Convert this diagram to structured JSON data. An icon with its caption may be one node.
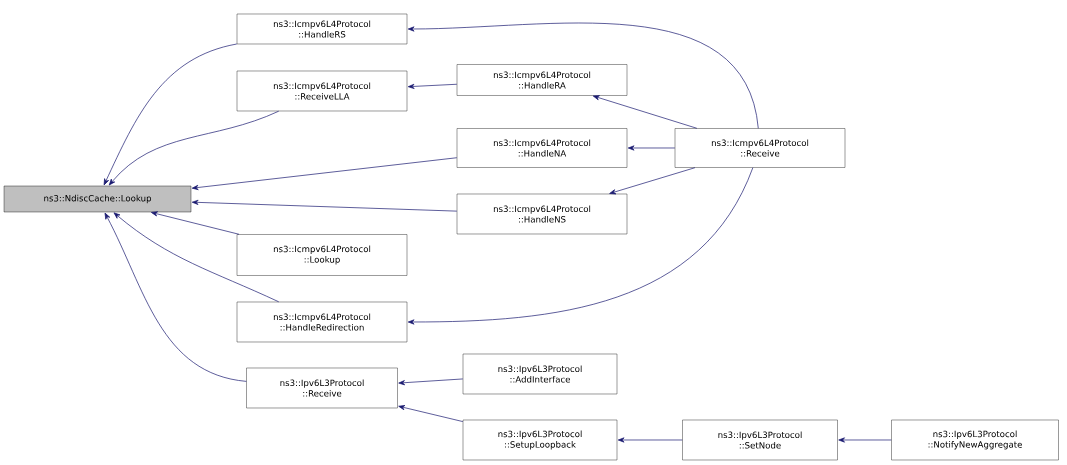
{
  "diagram": {
    "nodes": [
      {
        "text": [
          "ns3::NdiscCache::Lookup"
        ]
      },
      {
        "text": [
          "ns3::Icmpv6L4Protocol ::HandleRS"
        ]
      },
      {
        "text": [
          "ns3::Icmpv6L4Protocol ::ReceiveLLA"
        ]
      },
      {
        "text": [
          "ns3::Icmpv6L4Protocol ::HandleRA"
        ]
      },
      {
        "text": [
          "ns3::Icmpv6L4Protocol ::Receive"
        ]
      },
      {
        "text": [
          "ns3::Icmpv6L4Protocol ::HandleNA"
        ]
      },
      {
        "text": [
          "ns3::Icmpv6L4Protocol ::HandleNS"
        ]
      },
      {
        "text": [
          "ns3::Icmpv6L4Protocol ::Lookup"
        ]
      },
      {
        "text": [
          "ns3::Icmpv6L4Protocol ::HandleRedirection"
        ]
      },
      {
        "text": [
          "ns3::Ipv6L3Protocol ::Receive"
        ]
      },
      {
        "text": [
          "ns3::Ipv6L3Protocol ::AddInterface"
        ]
      },
      {
        "text": [
          "ns3::Ipv6L3Protocol ::SetupLoopback"
        ]
      },
      {
        "text": [
          "ns3::Ipv6L3Protocol ::SetNode"
        ]
      },
      {
        "text": [
          "ns3::Ipv6L3Protocol ::NotifyNewAggregate"
        ]
      }
    ],
    "edges": [
      {
        "from": 1,
        "to": 0,
        "arrow": "to"
      },
      {
        "from": 2,
        "to": 0,
        "arrow": "to"
      },
      {
        "from": 5,
        "to": 0,
        "arrow": "to"
      },
      {
        "from": 6,
        "to": 0,
        "arrow": "to"
      },
      {
        "from": 7,
        "to": 0,
        "arrow": "to"
      },
      {
        "from": 8,
        "to": 0,
        "arrow": "to"
      },
      {
        "from": 9,
        "to": 0,
        "arrow": "to"
      },
      {
        "from": 3,
        "to": 2,
        "arrow": "to"
      },
      {
        "from": 4,
        "to": 1,
        "arrow": "to"
      },
      {
        "from": 4,
        "to": 3,
        "arrow": "to"
      },
      {
        "from": 4,
        "to": 5,
        "arrow": "to"
      },
      {
        "from": 4,
        "to": 6,
        "arrow": "to"
      },
      {
        "from": 4,
        "to": 8,
        "arrow": "to"
      },
      {
        "from": 10,
        "to": 9,
        "arrow": "to"
      },
      {
        "from": 11,
        "to": 9,
        "arrow": "to"
      },
      {
        "from": 12,
        "to": 11,
        "arrow": "to"
      },
      {
        "from": 13,
        "to": 12,
        "arrow": "to"
      }
    ]
  }
}
